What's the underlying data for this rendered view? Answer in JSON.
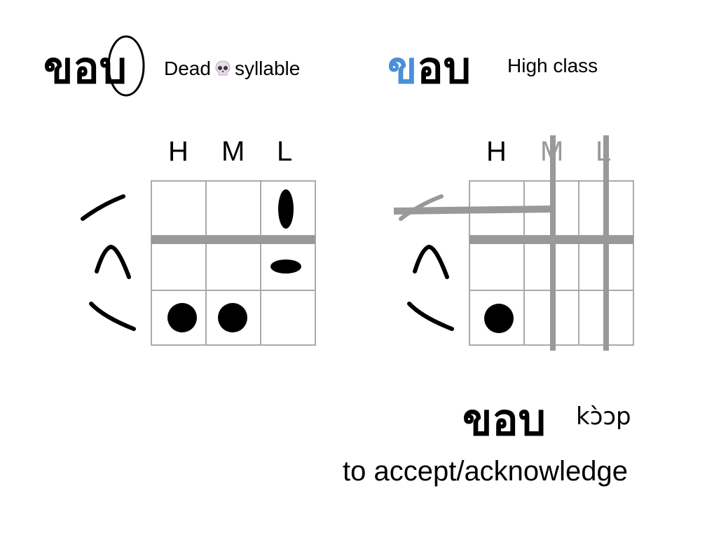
{
  "left_panel": {
    "word": {
      "chars": [
        "ข",
        "อ",
        "บ"
      ]
    },
    "note": "Dead",
    "note_icon": "skull-icon",
    "note_suffix": "syllable",
    "columns": [
      "H",
      "M",
      "L"
    ],
    "tone_marks": [
      "rising-stroke",
      "circumflex-stroke",
      "falling-stroke"
    ]
  },
  "right_panel": {
    "word": {
      "initial": "ข",
      "rest": "อบ"
    },
    "note": "High class",
    "columns": [
      "H",
      "M",
      "L"
    ],
    "tone_marks": [
      "rising-stroke",
      "circumflex-stroke",
      "falling-stroke"
    ]
  },
  "answer": {
    "word": "ขอบ",
    "transliteration": "kɔ̀ɔp",
    "meaning": "to accept/acknowledge"
  },
  "colors": {
    "accent": "#4a8fd8",
    "grid": "#aaaaaa",
    "bar": "#999999"
  }
}
